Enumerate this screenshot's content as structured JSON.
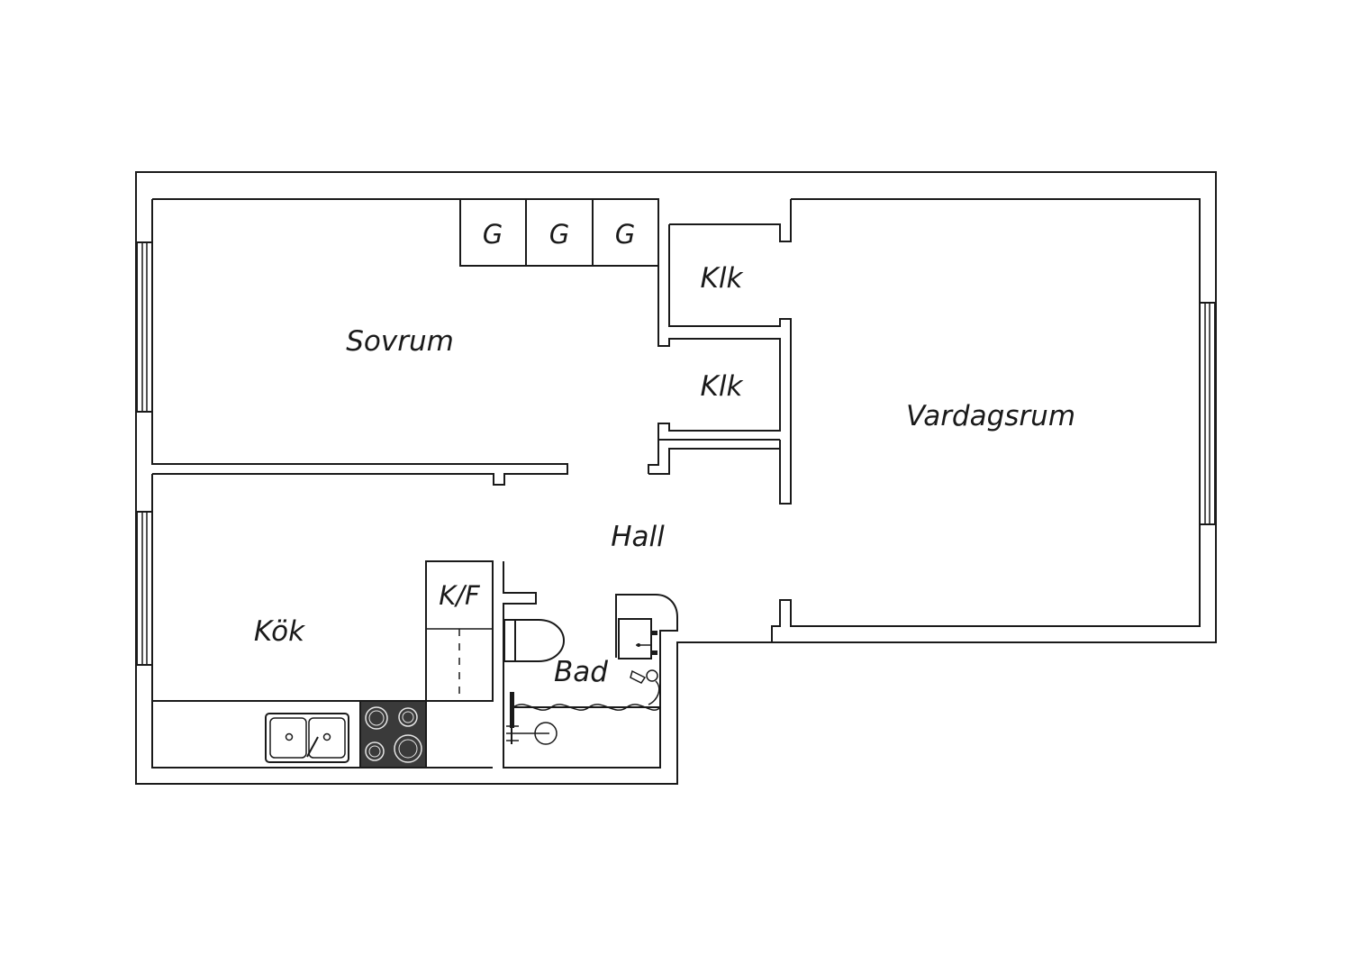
{
  "plan": {
    "rooms": {
      "sovrum": "Sovrum",
      "vardagsrum": "Vardagsrum",
      "hall": "Hall",
      "kok": "Kök",
      "bad": "Bad",
      "klk_upper": "Klk",
      "klk_lower": "Klk",
      "kf": "K/F"
    },
    "wardrobes": [
      "G",
      "G",
      "G"
    ]
  },
  "colors": {
    "line": "#1a1a1a",
    "background": "#ffffff",
    "stove": "#3a3a3a"
  }
}
